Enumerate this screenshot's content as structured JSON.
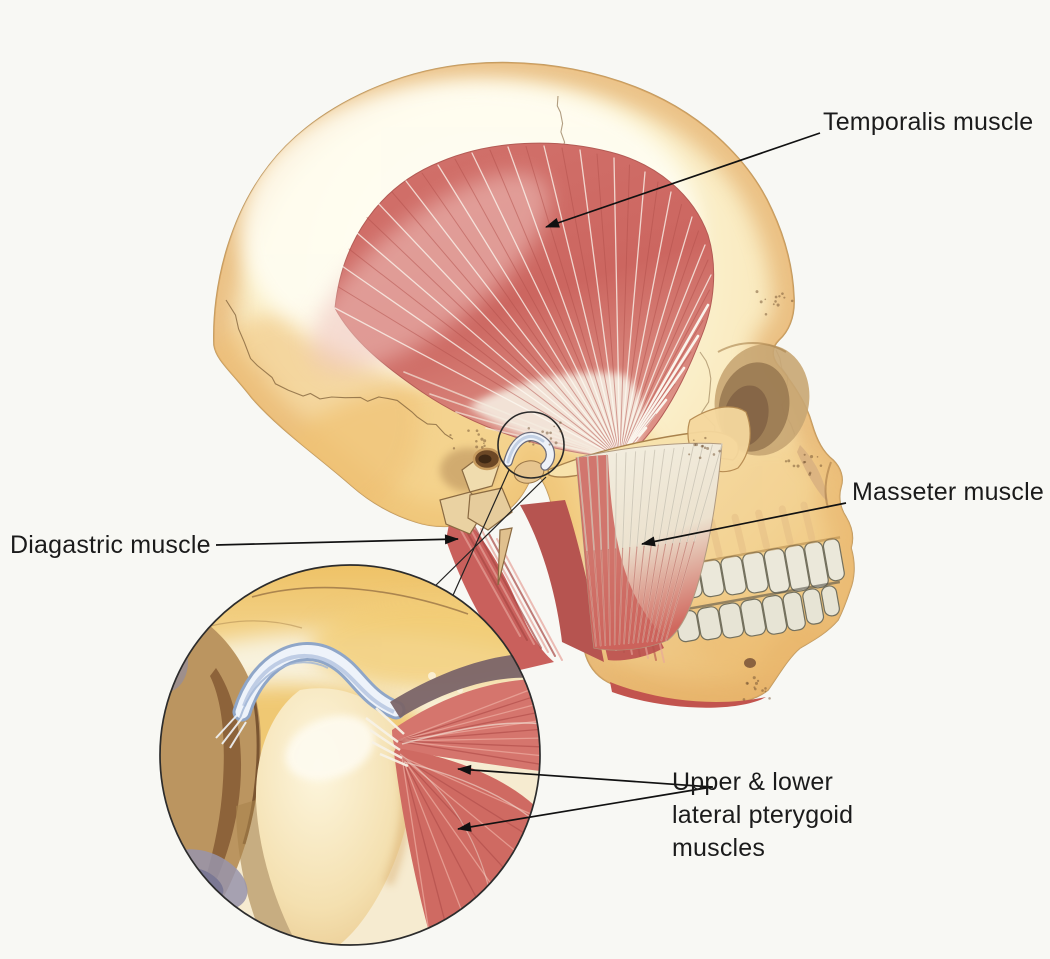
{
  "figure": {
    "description": "Lateral view of skull showing muscles of mastication with magnified temporomandibular joint inset",
    "caption_labels": [
      {
        "id": "temporalis",
        "text": "Temporalis muscle"
      },
      {
        "id": "masseter",
        "text": "Masseter muscle"
      },
      {
        "id": "diagastric",
        "text": "Diagastric muscle"
      },
      {
        "id": "pterygoid",
        "text": "Upper & lower\nlateral pterygoid\nmuscles"
      }
    ],
    "palette": {
      "page_background": "#f8f8f4",
      "bone_light": "#fdf4d6",
      "bone_mid": "#f6dca4",
      "bone_shadow": "#e3ab66",
      "muscle_red": "#cf6a63",
      "muscle_deep_red": "#b05048",
      "tendon_white": "#f6f2e6",
      "articular_disc_blue": "#b9c9e2",
      "inset_gold": "#f0c86f",
      "inset_brown": "#9c7a4e",
      "annotation_line": "#1c1c1c"
    }
  }
}
